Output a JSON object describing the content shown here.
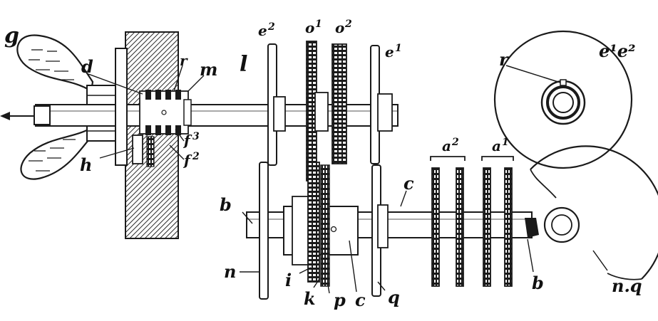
{
  "labels": {
    "g": "g",
    "d": "d",
    "r_top": "r",
    "m": "m",
    "l": "l",
    "e2_base": "e",
    "e2_sup": "2",
    "o1_base": "o",
    "o1_sup": "1",
    "o2_base": "o",
    "o2_sup": "2",
    "e1_base": "e",
    "e1_sup": "1",
    "e1e2": "e¹e²",
    "r_right": "r",
    "f3_base": "f",
    "f3_sup": "3",
    "f2_base": "f",
    "f2_sup": "2",
    "h": "h",
    "b_left": "b",
    "c_top": "c",
    "a2_base": "a",
    "a2_sup": "2",
    "a1_base": "a",
    "a1_sup": "1",
    "n": "n",
    "i": "i",
    "k": "k",
    "p": "p",
    "c_bottom": "c",
    "q": "q",
    "b_right": "b",
    "nq": "n.q"
  },
  "colors": {
    "ink": "#1a1a1a",
    "paper": "#ffffff",
    "hatch": "#2a2a2a"
  }
}
